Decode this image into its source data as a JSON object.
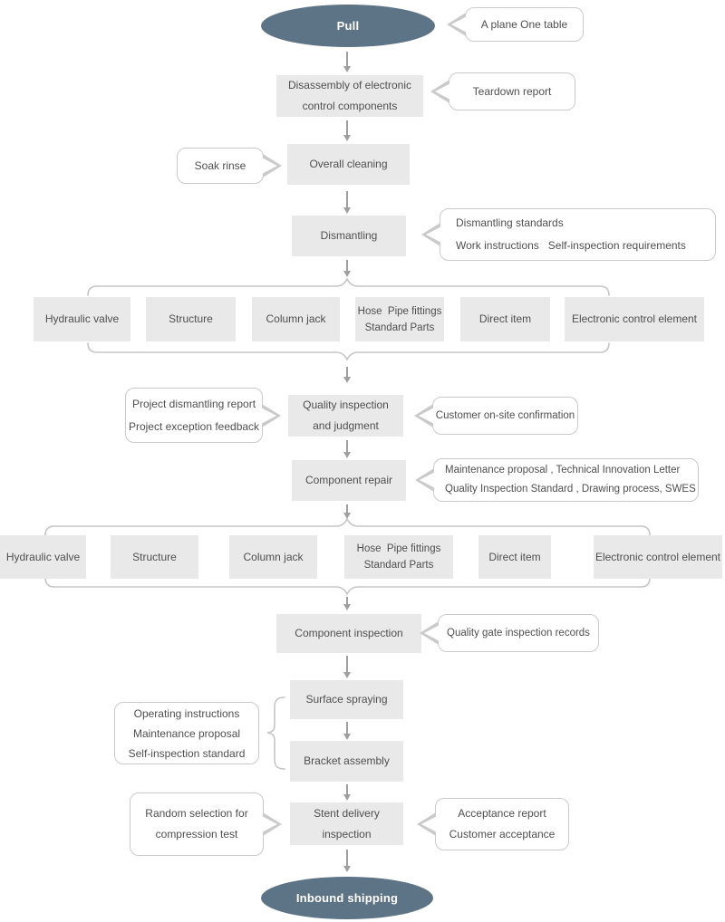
{
  "colors": {
    "node_fill": "#e9e9ea",
    "terminal_fill": "#5d7386",
    "callout_border": "#cacaca",
    "connector": "#9f9f9f",
    "text": "#4f4f4f"
  },
  "flow": {
    "start": "Pull",
    "disassembly": "Disassembly of electronic\ncontrol components",
    "overall_cleaning": "Overall cleaning",
    "dismantling": "Dismantling",
    "quality_inspection": "Quality inspection\nand judgment",
    "component_repair": "Component repair",
    "component_inspection": "Component inspection",
    "surface_spraying": "Surface spraying",
    "bracket_assembly": "Bracket assembly",
    "stent_delivery": "Stent delivery\ninspection",
    "end": "Inbound shipping"
  },
  "components_row1": [
    "Hydraulic valve",
    "Structure",
    "Column jack",
    "Hose  Pipe fittings\nStandard Parts",
    "Direct item",
    "Electronic control element"
  ],
  "components_row2": [
    "Hydraulic valve",
    "Structure",
    "Column jack",
    "Hose  Pipe fittings\nStandard Parts",
    "Direct item",
    "Electronic control element"
  ],
  "notes": {
    "plane_table": "A plane One table",
    "teardown": "Teardown report",
    "soak": "Soak rinse",
    "dismantling_docs": "Dismantling standards\nWork instructions   Self-inspection requirements",
    "project_feedback": "Project dismantling report\nProject exception feedback",
    "customer_confirmation": "Customer on-site confirmation",
    "maintenance_docs": "Maintenance proposal , Technical Innovation Letter\nQuality Inspection Standard , Drawing process, SWES",
    "quality_gate": "Quality gate inspection records",
    "operating_docs": "Operating instructions\nMaintenance proposal\nSelf-inspection standard",
    "random_test": "Random selection for\ncompression test",
    "acceptance": "Acceptance report\nCustomer acceptance"
  }
}
